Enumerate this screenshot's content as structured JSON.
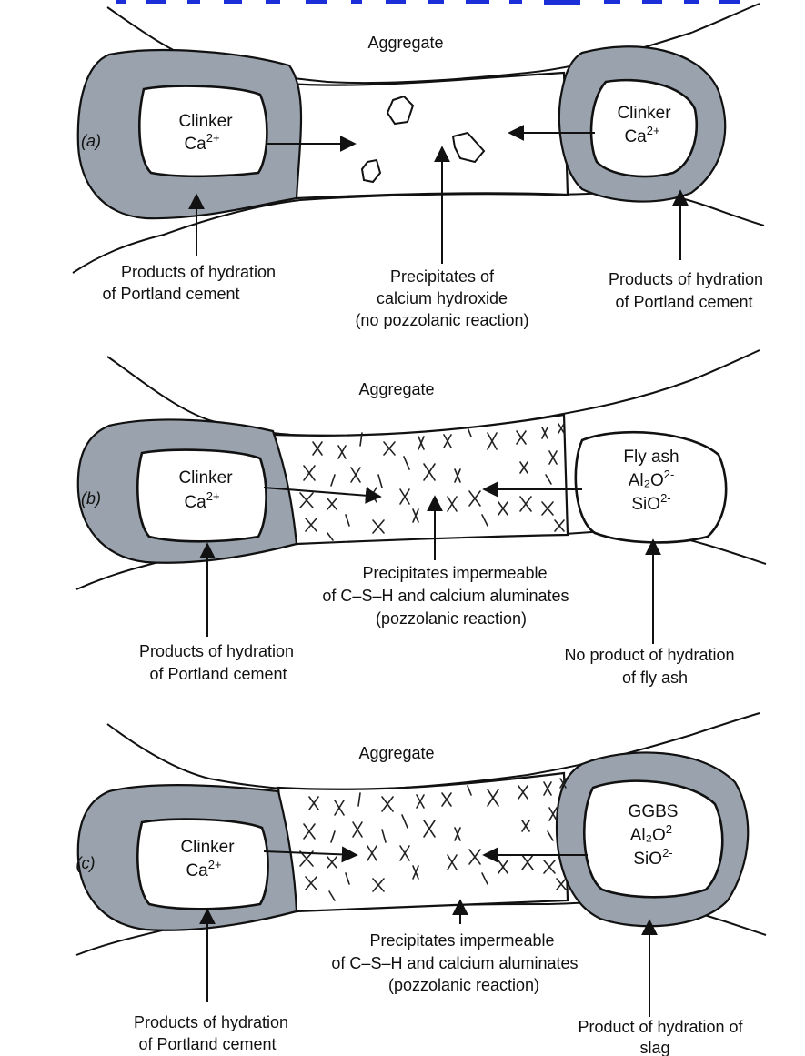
{
  "panels": [
    {
      "id": "a",
      "panel_label": "(a)",
      "aggregate": "Aggregate",
      "left_core": {
        "line1": "Clinker",
        "line2": "Ca",
        "line2_sup": "2+"
      },
      "right_core": {
        "line1": "Clinker",
        "line2": "Ca",
        "line2_sup": "2+"
      },
      "left_caption": [
        "Products of hydration",
        "of Portland cement"
      ],
      "middle_caption": [
        "Precipitates of",
        "calcium hydroxide",
        "(no pozzolanic reaction)"
      ],
      "right_caption": [
        "Products of hydration",
        "of Portland cement"
      ]
    },
    {
      "id": "b",
      "panel_label": "(b)",
      "aggregate": "Aggregate",
      "left_core": {
        "line1": "Clinker",
        "line2": "Ca",
        "line2_sup": "2+"
      },
      "right_core": {
        "line1": "Fly ash",
        "line2": "Al₂O",
        "line2_sup": "2-",
        "line3": "SiO",
        "line3_sup": "2-"
      },
      "middle_caption": [
        "Precipitates impermeable",
        "of C–S–H and calcium aluminates",
        "(pozzolanic reaction)"
      ],
      "left_caption": [
        "Products of hydration",
        "of Portland cement"
      ],
      "right_caption": [
        "No product of hydration",
        "of fly ash"
      ]
    },
    {
      "id": "c",
      "panel_label": "(c)",
      "aggregate": "Aggregate",
      "left_core": {
        "line1": "Clinker",
        "line2": "Ca",
        "line2_sup": "2+"
      },
      "right_core": {
        "line1": "GGBS",
        "line2": "Al₂O",
        "line2_sup": "2-",
        "line3": "SiO",
        "line3_sup": "2-"
      },
      "middle_caption": [
        "Precipitates impermeable",
        "of C–S–H and calcium aluminates",
        "(pozzolanic reaction)"
      ],
      "left_caption": [
        "Products of hydration",
        "of Portland cement"
      ],
      "right_caption": [
        "Product of hydration of",
        "slag"
      ]
    }
  ],
  "colors": {
    "hydration_shell": "#9aa3ad",
    "outline": "#111111",
    "top_banner": "#1a2fd8"
  }
}
